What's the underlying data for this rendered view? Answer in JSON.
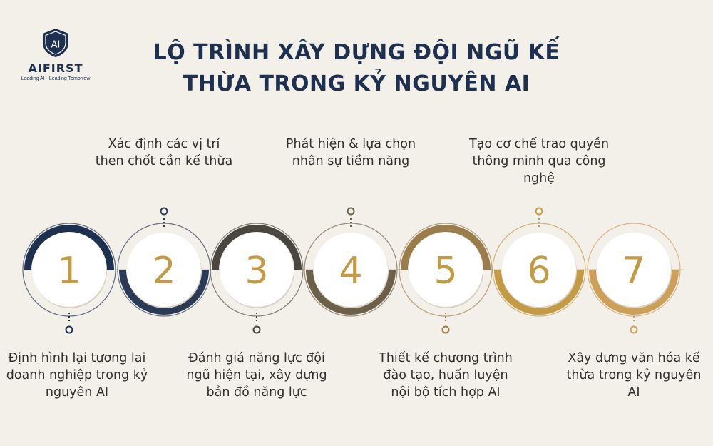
{
  "brand": {
    "logo_mark": "AI",
    "name": "AIFIRST",
    "tagline": "Leading AI - Leading Tomorrow"
  },
  "title": {
    "line1": "LỘ TRÌNH XÂY DỰNG ĐỘI NGŨ KẾ",
    "line2": "THỪA TRONG KỶ NGUYÊN AI"
  },
  "colors": {
    "navy": "#1e3050",
    "gold": "#c49a45",
    "background": "#f3efe9"
  },
  "steps": [
    {
      "number": "1",
      "text": "Định hình lại tương lai doanh nghiệp trong kỷ nguyên AI"
    },
    {
      "number": "2",
      "text": "Xác định các vị trí then chốt cần kế thừa"
    },
    {
      "number": "3",
      "text": "Đánh giá năng lực đội ngũ hiện tại, xây dựng bản đồ năng lực"
    },
    {
      "number": "4",
      "text": "Phát hiện & lựa chọn nhân sự tiềm năng"
    },
    {
      "number": "5",
      "text": "Thiết kế chương trình đào tạo, huấn luyện nội bộ tích hợp AI"
    },
    {
      "number": "6",
      "text": "Tạo cơ chế trao quyền thông minh qua công nghệ"
    },
    {
      "number": "7",
      "text": "Xây dựng văn hóa kế thừa trong kỷ nguyên AI"
    }
  ]
}
